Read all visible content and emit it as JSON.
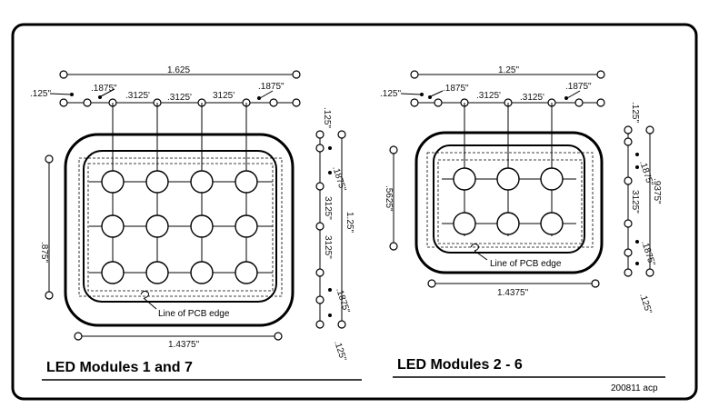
{
  "left_module": {
    "caption": "LED Modules 1 and 7",
    "pcb_note": "Line of PCB edge",
    "dims": {
      "overall_top": "1.625",
      "edge_left": ".125\"",
      "offset_left": ".1875\"",
      "pitch_1": ".3125'",
      "pitch_2": ".3125'",
      "pitch_3": "3125'",
      "offset_right": ".1875\"",
      "height": ".875\"",
      "bottom_width": "1.4375\"",
      "r_top": ".125\"",
      "r_offset": ".1875\"",
      "r_pitch_1": "3125\"",
      "r_pitch_2": "3125\"",
      "r_overall": "1.25\"",
      "r_offset_bottom": ".1875\"",
      "r_edge_bottom": ".125\""
    }
  },
  "right_module": {
    "caption": "LED Modules 2 - 6",
    "pcb_note": "Line of PCB edge",
    "dims": {
      "overall_top": "1.25\"",
      "edge_left": ".125\"",
      "offset_left": ".1875\"",
      "pitch_1": ".3125'",
      "pitch_2": ".3125'",
      "offset_right": ".1875\"",
      "height": ".5625\"",
      "bottom_width": "1.4375\"",
      "r_top": ".125\"",
      "r_offset": ".1875\"",
      "r_pitch": "3125\"",
      "r_overall": ".9375\"",
      "r_offset_bottom": ".1875\"",
      "r_edge_bottom": ".125\""
    }
  },
  "footer": {
    "stamp": "200811 acp"
  }
}
